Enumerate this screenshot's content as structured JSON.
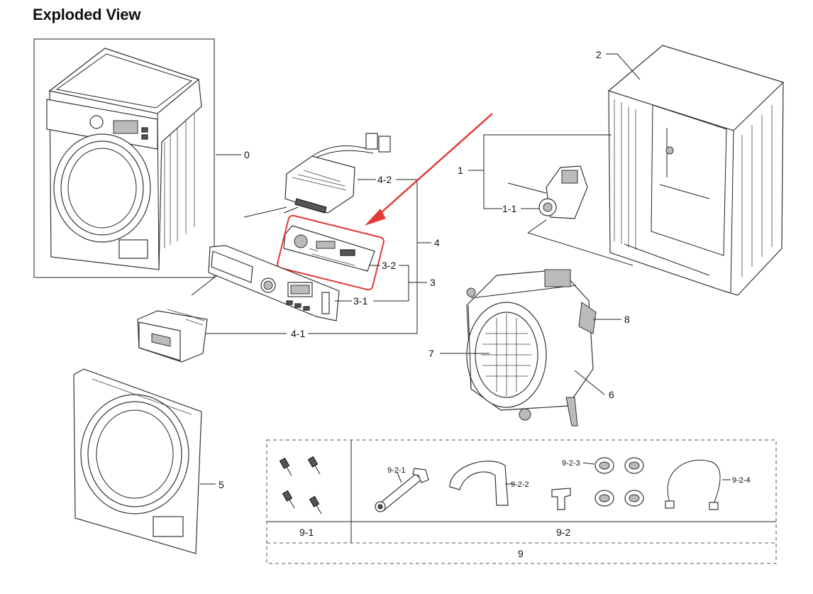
{
  "title": "Exploded View",
  "callouts": {
    "c0": "0",
    "c1": "1",
    "c1_1": "1-1",
    "c2": "2",
    "c3": "3",
    "c3_1": "3-1",
    "c3_2": "3-2",
    "c4": "4",
    "c4_1": "4-1",
    "c4_2": "4-2",
    "c5": "5",
    "c6": "6",
    "c7": "7",
    "c8": "8",
    "c9": "9",
    "c9_1": "9-1",
    "c9_2": "9-2",
    "c9_2_1": "9-2-1",
    "c9_2_2": "9-2-2",
    "c9_2_3": "9-2-3",
    "c9_2_4": "9-2-4"
  },
  "highlight": {
    "color": "#e53935",
    "arrow_color": "#e53935"
  }
}
